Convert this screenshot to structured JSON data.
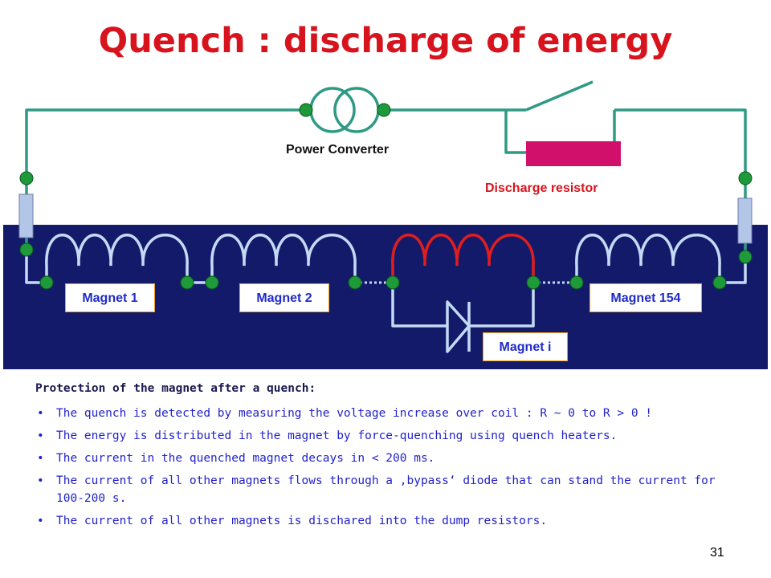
{
  "title": "Quench : discharge of energy",
  "labels": {
    "power_converter": "Power Converter",
    "discharge_resistor": "Discharge resistor",
    "magnets": [
      "Magnet 1",
      "Magnet 2",
      "Magnet 154",
      "Magnet i"
    ]
  },
  "protection": {
    "heading": "Protection of the magnet after a quench:",
    "bullets": [
      "The quench is detected by measuring the voltage increase over coil : R ~ 0 to R > 0 !",
      "The energy is distributed in the magnet by force-quenching using quench heaters.",
      "The current in the quenched magnet decays in < 200 ms.",
      "The current of all other magnets flows through a ‚bypass‘ diode that can stand the current for 100-200 s.",
      "The current of all other magnets is dischared into the dump resistors."
    ]
  },
  "page_number": "31",
  "colors": {
    "title": "#d7141e",
    "wire": "#2e9a84",
    "node": "#1e9a3a",
    "panel": "#141a6a",
    "coil": "#c4daf4",
    "quenched_coil": "#e01e1e",
    "resistor": "#d0106a",
    "label_text": "#1f2bc8",
    "label_border": "#f0a020",
    "bullet_text": "#2222cc"
  }
}
